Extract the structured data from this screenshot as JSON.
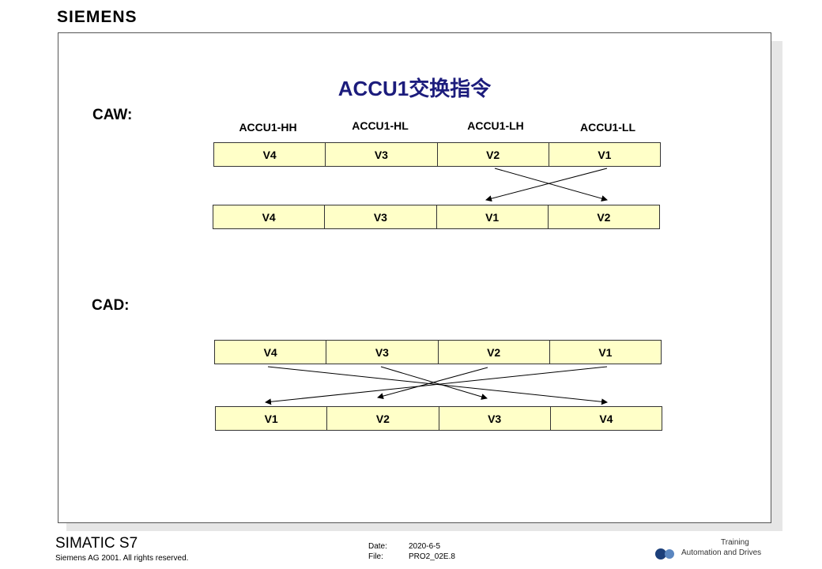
{
  "header": {
    "brand": "SIEMENS"
  },
  "slide": {
    "title": "ACCU1交换指令",
    "caw": {
      "label": "CAW:",
      "columns": [
        "ACCU1-HH",
        "ACCU1-HL",
        "ACCU1-LH",
        "ACCU1-LL"
      ],
      "before": [
        "V4",
        "V3",
        "V2",
        "V1"
      ],
      "after": [
        "V4",
        "V3",
        "V1",
        "V2"
      ]
    },
    "cad": {
      "label": "CAD:",
      "before": [
        "V4",
        "V3",
        "V2",
        "V1"
      ],
      "after": [
        "V1",
        "V2",
        "V3",
        "V4"
      ]
    }
  },
  "footer": {
    "product": "SIMATIC S7",
    "copyright": "Siemens AG 2001. All rights reserved.",
    "date_label": "Date:",
    "date_value": "2020-6-5",
    "file_label": "File:",
    "file_value": "PRO2_02E.8",
    "division": "Automation and Drives",
    "division_partial": "Training"
  }
}
